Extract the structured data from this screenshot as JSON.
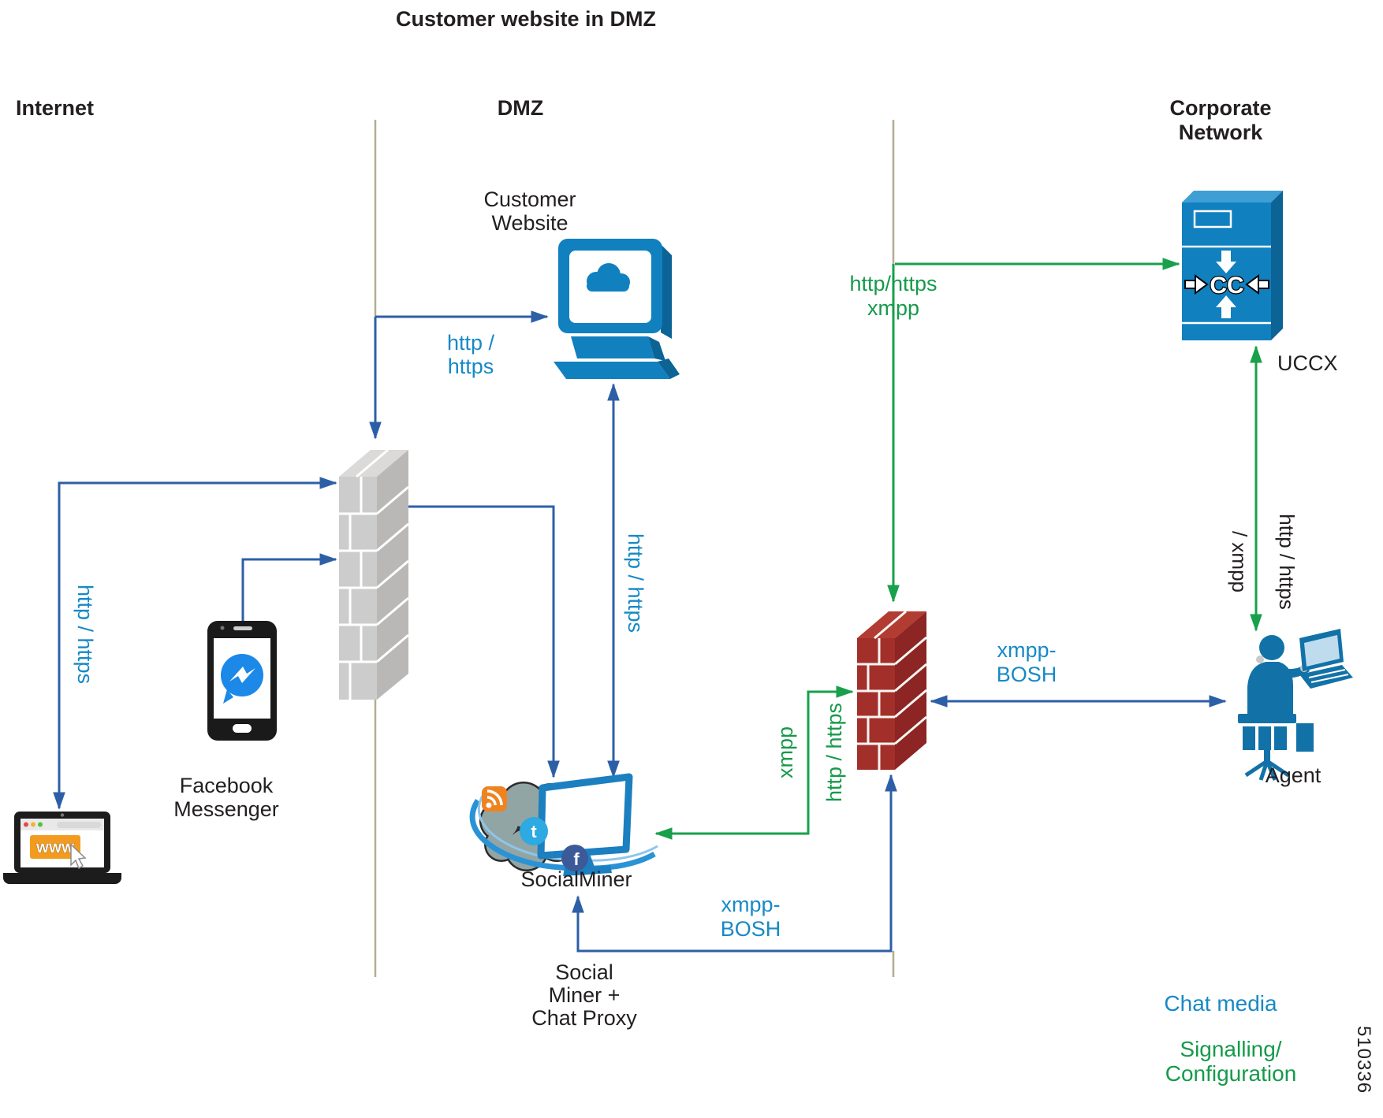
{
  "title": "Customer website in DMZ",
  "zones": {
    "internet": "Internet",
    "dmz": "DMZ",
    "corporate": "Corporate Network"
  },
  "nodes": {
    "laptop_browser_button": "WWW",
    "facebook_messenger": "Facebook Messenger",
    "customer_website": "Customer Website",
    "socialminer": "SocialMiner",
    "socialminer_chat_proxy": "Social Miner + Chat Proxy",
    "uccx": "UCCX",
    "agent": "Agent"
  },
  "edge_labels": {
    "laptop_http": "http / https",
    "website_in_http": "http / https",
    "website_socialminer_http": "http / https",
    "uccx_link": "http/https xmpp",
    "socialminer_firewall_line1": "xmpp",
    "socialminer_firewall_line2": "http / https",
    "agent_uccx_line1": "http / https",
    "agent_uccx_line2": "/ xmpp",
    "xmpp_bosh_agent": "xmpp-BOSH",
    "xmpp_bosh_socialminer": "xmpp-BOSH"
  },
  "glyphs": {
    "www": "WWW",
    "twitter": "t",
    "facebook": "f",
    "contact_center": "CC"
  },
  "legend": {
    "chat_media": "Chat media",
    "signalling": "Signalling/ Configuration"
  },
  "figure_id": "510336",
  "colors": {
    "chat_media_blue": "#2d5fa7",
    "signal_green": "#18a04b",
    "label_blue": "#1789c6",
    "label_green": "#169a4a",
    "boundary_tan": "#b2ad92",
    "firewall_gray": "#cdcccc",
    "firewall_red": "#a32f2a",
    "cisco_blue": "#1180bf",
    "messenger_blue": "#1c88e8",
    "rss_orange": "#ef8320",
    "twitter_blue": "#2caae1",
    "facebook_navy": "#3c5a99"
  },
  "connections": [
    {
      "from": "internet-laptop",
      "to": "gray-firewall",
      "label": "http / https",
      "type": "chat-media"
    },
    {
      "from": "facebook-messenger",
      "to": "gray-firewall",
      "label": "",
      "type": "chat-media"
    },
    {
      "from": "dmz-boundary",
      "to": "customer-website",
      "label": "http / https",
      "type": "chat-media"
    },
    {
      "from": "gray-firewall",
      "to": "socialminer",
      "label": "",
      "type": "chat-media"
    },
    {
      "from": "customer-website",
      "to": "socialminer",
      "label": "http / https",
      "type": "chat-media"
    },
    {
      "from": "socialminer",
      "to": "red-firewall",
      "label": "xmpp-BOSH",
      "type": "chat-media"
    },
    {
      "from": "red-firewall",
      "to": "agent",
      "label": "xmpp-BOSH",
      "type": "chat-media"
    },
    {
      "from": "socialminer",
      "to": "red-firewall",
      "label": "xmpp http / https",
      "type": "signalling"
    },
    {
      "from": "dmz-boundary",
      "to": "uccx",
      "label": "http/https xmpp",
      "type": "signalling"
    },
    {
      "from": "dmz-boundary",
      "to": "red-firewall",
      "label": "",
      "type": "signalling"
    },
    {
      "from": "uccx",
      "to": "agent",
      "label": "http / https / xmpp",
      "type": "signalling"
    }
  ]
}
